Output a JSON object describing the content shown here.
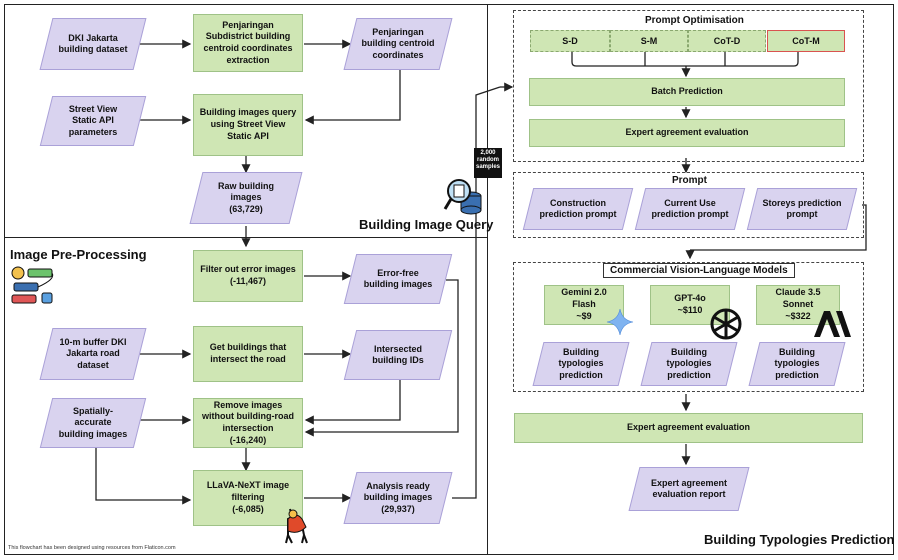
{
  "titles": {
    "building_image_query": "Building Image Query",
    "image_preprocessing": "Image Pre-Processing",
    "building_typologies_prediction": "Building Typologies Prediction",
    "prompt_optimisation": "Prompt Optimisation",
    "prompt": "Prompt",
    "commercial_vlm": "Commercial Vision-Language Models"
  },
  "query": {
    "dki_dataset": "DKI Jakarta building dataset",
    "subdistrict": "Penjaringan Subdistrict building centroid coordinates extraction",
    "centroid": "Penjaringan building centroid coordinates",
    "sv_params": "Street View Static API parameters",
    "images_query": "Building images query using Street View Static API",
    "raw_images": "Raw building images",
    "raw_count": "(63,729)",
    "samples_badge": "2,000 random samples"
  },
  "preprocessing": {
    "filter_error": "Filter out error images",
    "filter_error_count": "(-11,467)",
    "error_free": "Error-free building images",
    "buffer_dataset": "10-m buffer DKI Jakarta road dataset",
    "intersect": "Get buildings that intersect the road",
    "intersected": "Intersected building IDs",
    "spatially": "Spatially-accurate building images",
    "remove": "Remove images without building-road intersection",
    "remove_count": "(-16,240)",
    "llava": "LLaVA-NeXT image filtering",
    "llava_count": "(-6,085)",
    "analysis_ready": "Analysis ready building images",
    "analysis_count": "(29,937)"
  },
  "optimisation": {
    "segments": [
      "S-D",
      "S-M",
      "CoT-D",
      "CoT-M"
    ],
    "batch": "Batch Prediction",
    "expert1": "Expert agreement evaluation"
  },
  "prompt": {
    "construction": "Construction prediction prompt",
    "current_use": "Current Use prediction prompt",
    "storeys": "Storeys prediction prompt"
  },
  "models": [
    {
      "name": "Gemini 2.0 Flash",
      "cost": "~$9",
      "output": "Building typologies prediction"
    },
    {
      "name": "GPT-4o",
      "cost": "~$110",
      "output": "Building typologies prediction"
    },
    {
      "name": "Claude 3.5 Sonnet",
      "cost": "~$322",
      "output": "Building typologies prediction"
    }
  ],
  "final": {
    "expert2": "Expert agreement evaluation",
    "report": "Expert agreement evaluation report"
  },
  "footer": "This flowchart has been designed using resources from Flaticon.com",
  "colors": {
    "green": "#cfe6b4",
    "purple": "#d9d3ef",
    "red_border": "#d9534f"
  }
}
